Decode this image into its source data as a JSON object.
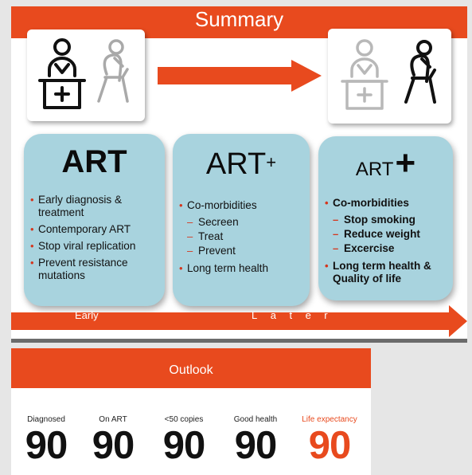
{
  "summary": {
    "title": "Summary",
    "columns": [
      {
        "title": "ART",
        "title_sup": "",
        "bullets": [
          {
            "text": "Early diagnosis & treatment",
            "sub": false
          },
          {
            "text": "Contemporary ART",
            "sub": false
          },
          {
            "text": "Stop viral replication",
            "sub": false
          },
          {
            "text": "Prevent resistance mutations",
            "sub": false
          }
        ]
      },
      {
        "title": "ART",
        "title_sup": "+",
        "bullets": [
          {
            "text": "Co-morbidities",
            "sub": false
          },
          {
            "text": "Secreen",
            "sub": true
          },
          {
            "text": "Treat",
            "sub": true
          },
          {
            "text": "Prevent",
            "sub": true
          },
          {
            "text": "Long term health",
            "sub": false
          }
        ]
      },
      {
        "title": "ART",
        "title_sup": "+",
        "bullets": [
          {
            "text": "Co-morbidities",
            "sub": false
          },
          {
            "text": "Stop smoking",
            "sub": true
          },
          {
            "text": "Reduce weight",
            "sub": true
          },
          {
            "text": "Excercise",
            "sub": true
          },
          {
            "text": "Long term health & Quality of life",
            "sub": false
          }
        ]
      }
    ],
    "arrow_labels": {
      "early": "Early",
      "later": "Later"
    }
  },
  "outlook": {
    "title": "Outlook",
    "stats": [
      {
        "label": "Diagnosed",
        "value": "90"
      },
      {
        "label": "On ART",
        "value": "90"
      },
      {
        "label": "<50 copies",
        "value": "90"
      },
      {
        "label": "Good health",
        "value": "90"
      },
      {
        "label": "Life expectancy",
        "value": "90"
      }
    ]
  },
  "colors": {
    "accent": "#e84a1e",
    "box_fill": "#a8d3de",
    "bullet": "#d5361d"
  },
  "icons": {
    "left_card": "doctor-at-desk-with-patient-icon",
    "right_card": "patient-with-faded-doctor-icon",
    "middle": "right-arrow-icon",
    "bottom": "timeline-arrow-icon"
  }
}
